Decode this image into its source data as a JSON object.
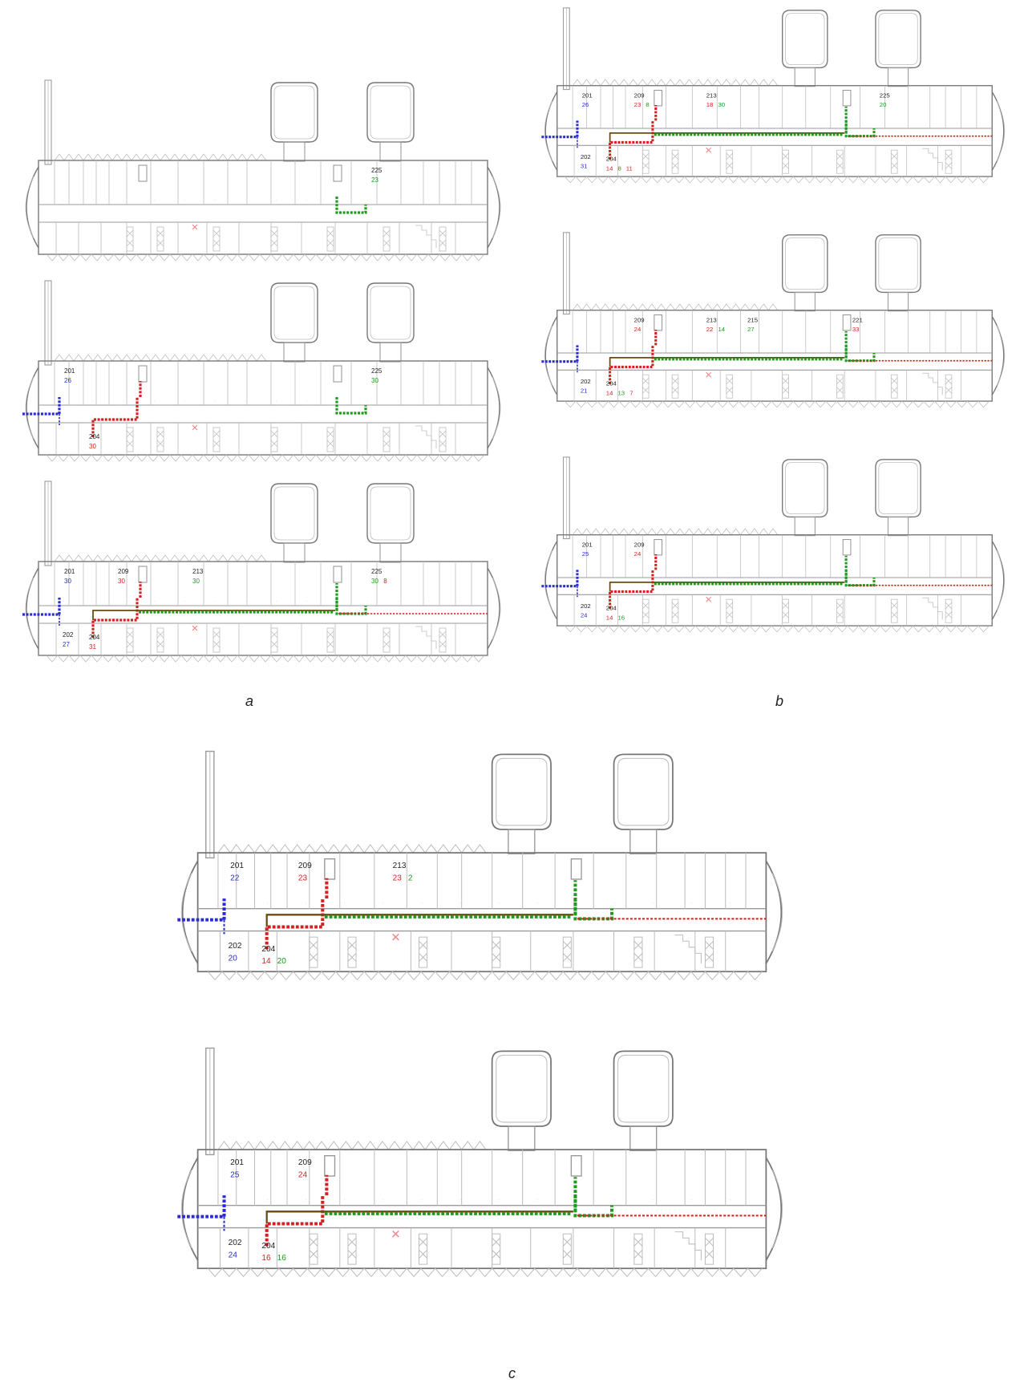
{
  "colors": {
    "blue": "#2b2bd6",
    "red": "#d42020",
    "green": "#1f9a1f",
    "brown": "#6b4a14"
  },
  "captions": {
    "a": "a",
    "b": "b",
    "c": "c"
  },
  "plans": [
    {
      "id": "a1",
      "rooms": {
        "201": "",
        "202": "",
        "204": "",
        "209": "",
        "213": "",
        "225": "225"
      },
      "counts": [
        {
          "room": "225",
          "values": [
            {
              "v": "23",
              "c": "green"
            }
          ]
        }
      ],
      "routes": {
        "blue": false,
        "red": false,
        "greenStub": true,
        "long": false
      }
    },
    {
      "id": "a2",
      "rooms": {
        "201": "201",
        "202": "",
        "204": "204",
        "209": "",
        "213": "",
        "225": "225"
      },
      "counts": [
        {
          "room": "201",
          "values": [
            {
              "v": "26",
              "c": "blue"
            }
          ]
        },
        {
          "room": "204",
          "values": [
            {
              "v": "30",
              "c": "red"
            }
          ]
        },
        {
          "room": "225",
          "values": [
            {
              "v": "30",
              "c": "green"
            }
          ]
        }
      ],
      "routes": {
        "blue": true,
        "red": true,
        "greenStub": true,
        "long": false
      }
    },
    {
      "id": "a3",
      "rooms": {
        "201": "201",
        "202": "202",
        "204": "204",
        "209": "209",
        "213": "213",
        "225": "225"
      },
      "counts": [
        {
          "room": "201",
          "values": [
            {
              "v": "30",
              "c": "blue"
            }
          ]
        },
        {
          "room": "202",
          "values": [
            {
              "v": "27",
              "c": "blue"
            }
          ]
        },
        {
          "room": "204",
          "values": [
            {
              "v": "31",
              "c": "red"
            }
          ]
        },
        {
          "room": "209",
          "values": [
            {
              "v": "30",
              "c": "red"
            }
          ]
        },
        {
          "room": "213",
          "values": [
            {
              "v": "30",
              "c": "green"
            }
          ]
        },
        {
          "room": "225",
          "values": [
            {
              "v": "30",
              "c": "green"
            },
            {
              "v": "8",
              "c": "red"
            }
          ]
        }
      ],
      "routes": {
        "blue": true,
        "red": true,
        "greenStub": true,
        "long": true
      }
    },
    {
      "id": "b1",
      "rooms": {
        "201": "201",
        "202": "202",
        "204": "204",
        "209": "209",
        "213": "213",
        "225": "225"
      },
      "counts": [
        {
          "room": "201",
          "values": [
            {
              "v": "26",
              "c": "blue"
            }
          ]
        },
        {
          "room": "202",
          "values": [
            {
              "v": "31",
              "c": "blue"
            }
          ]
        },
        {
          "room": "204",
          "values": [
            {
              "v": "14",
              "c": "red"
            },
            {
              "v": "8",
              "c": "green"
            },
            {
              "v": "11",
              "c": "red"
            }
          ]
        },
        {
          "room": "209",
          "values": [
            {
              "v": "23",
              "c": "red"
            },
            {
              "v": "8",
              "c": "green"
            }
          ]
        },
        {
          "room": "213",
          "values": [
            {
              "v": "18",
              "c": "red"
            },
            {
              "v": "30",
              "c": "green"
            }
          ]
        },
        {
          "room": "225",
          "values": [
            {
              "v": "20",
              "c": "green"
            }
          ]
        }
      ],
      "routes": {
        "blue": true,
        "red": true,
        "greenStub": true,
        "long": true
      }
    },
    {
      "id": "b2",
      "rooms": {
        "201": "",
        "202": "202",
        "204": "204",
        "209": "209",
        "213": "213",
        "215": "215",
        "221": "221"
      },
      "counts": [
        {
          "room": "202",
          "values": [
            {
              "v": "21",
              "c": "blue"
            }
          ]
        },
        {
          "room": "204",
          "values": [
            {
              "v": "14",
              "c": "red"
            },
            {
              "v": "13",
              "c": "green"
            },
            {
              "v": "7",
              "c": "red"
            }
          ]
        },
        {
          "room": "209",
          "values": [
            {
              "v": "24",
              "c": "red"
            }
          ]
        },
        {
          "room": "213",
          "values": [
            {
              "v": "22",
              "c": "red"
            },
            {
              "v": "14",
              "c": "green"
            }
          ]
        },
        {
          "room": "215",
          "values": [
            {
              "v": "27",
              "c": "green"
            }
          ]
        },
        {
          "room": "221",
          "values": [
            {
              "v": "33",
              "c": "red"
            }
          ]
        }
      ],
      "routes": {
        "blue": true,
        "red": true,
        "greenStub": true,
        "long": true
      }
    },
    {
      "id": "b3",
      "rooms": {
        "201": "201",
        "202": "202",
        "204": "204",
        "209": "209"
      },
      "counts": [
        {
          "room": "201",
          "values": [
            {
              "v": "25",
              "c": "blue"
            }
          ]
        },
        {
          "room": "202",
          "values": [
            {
              "v": "24",
              "c": "blue"
            }
          ]
        },
        {
          "room": "204",
          "values": [
            {
              "v": "14",
              "c": "red"
            },
            {
              "v": "16",
              "c": "green"
            }
          ]
        },
        {
          "room": "209",
          "values": [
            {
              "v": "24",
              "c": "red"
            }
          ]
        }
      ],
      "routes": {
        "blue": true,
        "red": true,
        "greenStub": true,
        "long": true
      }
    },
    {
      "id": "c1",
      "rooms": {
        "201": "201",
        "202": "202",
        "204": "204",
        "209": "209",
        "213": "213"
      },
      "counts": [
        {
          "room": "201",
          "values": [
            {
              "v": "22",
              "c": "blue"
            }
          ]
        },
        {
          "room": "202",
          "values": [
            {
              "v": "20",
              "c": "blue"
            }
          ]
        },
        {
          "room": "204",
          "values": [
            {
              "v": "14",
              "c": "red"
            },
            {
              "v": "20",
              "c": "green"
            }
          ]
        },
        {
          "room": "209",
          "values": [
            {
              "v": "23",
              "c": "red"
            }
          ]
        },
        {
          "room": "213",
          "values": [
            {
              "v": "23",
              "c": "red"
            },
            {
              "v": "2",
              "c": "green"
            }
          ]
        }
      ],
      "routes": {
        "blue": true,
        "red": true,
        "greenStub": true,
        "long": true
      }
    },
    {
      "id": "c2",
      "rooms": {
        "201": "201",
        "202": "202",
        "204": "204",
        "209": "209"
      },
      "counts": [
        {
          "room": "201",
          "values": [
            {
              "v": "25",
              "c": "blue"
            }
          ]
        },
        {
          "room": "202",
          "values": [
            {
              "v": "24",
              "c": "blue"
            }
          ]
        },
        {
          "room": "204",
          "values": [
            {
              "v": "16",
              "c": "red"
            },
            {
              "v": "16",
              "c": "green"
            }
          ]
        },
        {
          "room": "209",
          "values": [
            {
              "v": "24",
              "c": "red"
            }
          ]
        }
      ],
      "routes": {
        "blue": true,
        "red": true,
        "greenStub": true,
        "long": true
      }
    }
  ]
}
